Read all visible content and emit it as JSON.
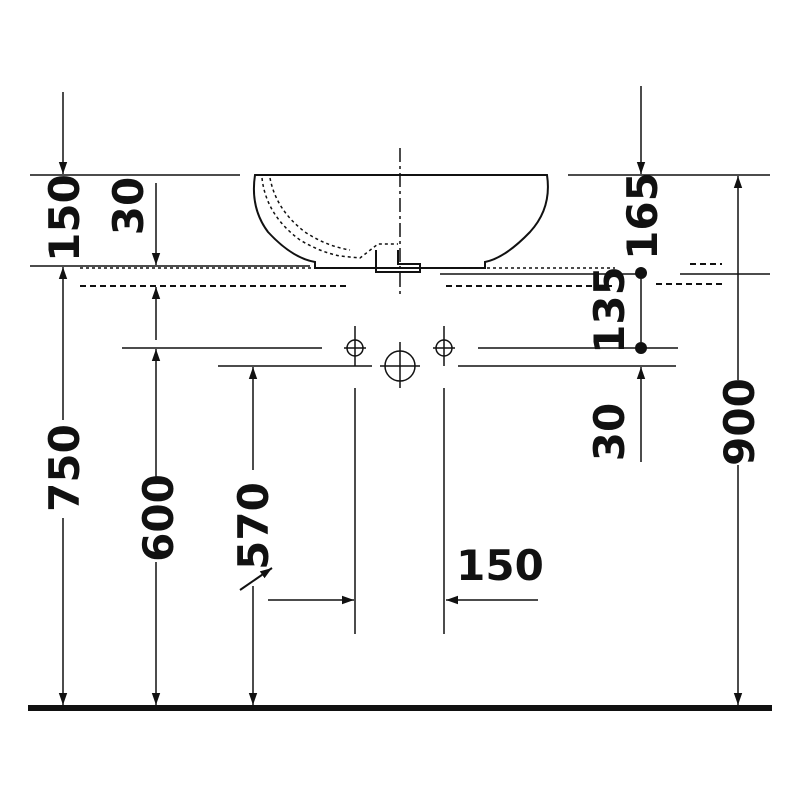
{
  "diagram": {
    "dimensions": {
      "d150_top": "150",
      "d30_top": "30",
      "d165": "165",
      "d135": "135",
      "d30_right": "30",
      "d750": "750",
      "d600": "600",
      "d570": "570",
      "d900": "900",
      "d150_bottom": "150"
    }
  }
}
